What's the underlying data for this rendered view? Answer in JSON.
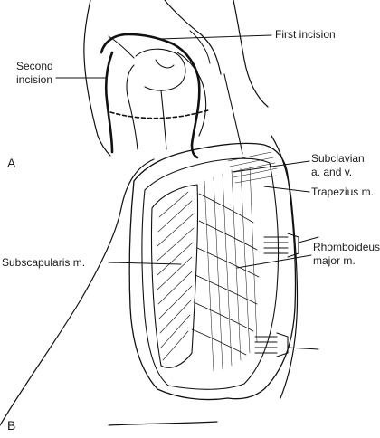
{
  "panel_a": {
    "letter": "A",
    "labels": {
      "first_incision": "First incision",
      "second_incision_line1": "Second",
      "second_incision_line2": "incision"
    }
  },
  "panel_b": {
    "letter": "B",
    "labels": {
      "subclavian_line1": "Subclavian",
      "subclavian_line2": "a. and v.",
      "trapezius": "Trapezius m.",
      "subscapularis": "Subscapularis m.",
      "rhomboideus_line1": "Rhomboideus",
      "rhomboideus_line2": "major m."
    }
  },
  "colors": {
    "ink": "#111111",
    "background": "#ffffff"
  }
}
